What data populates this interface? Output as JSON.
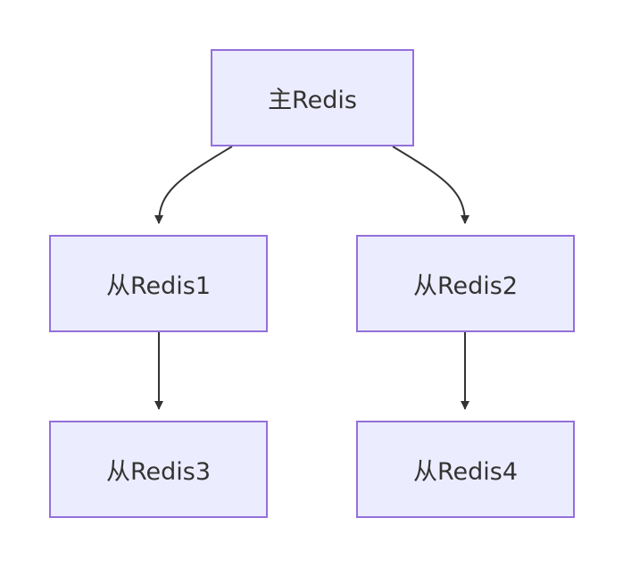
{
  "nodes": {
    "master": "主Redis",
    "slave1": "从Redis1",
    "slave2": "从Redis2",
    "slave3": "从Redis3",
    "slave4": "从Redis4"
  },
  "edges": [
    {
      "from": "master",
      "to": "slave1"
    },
    {
      "from": "master",
      "to": "slave2"
    },
    {
      "from": "slave1",
      "to": "slave3"
    },
    {
      "from": "slave2",
      "to": "slave4"
    }
  ],
  "colors": {
    "node_fill": "#ececff",
    "node_border": "#9370db",
    "edge": "#333333",
    "text": "#333333"
  }
}
